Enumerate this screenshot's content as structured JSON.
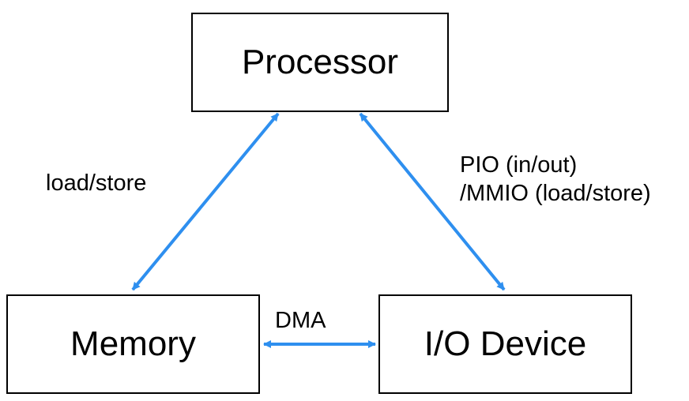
{
  "diagram": {
    "nodes": {
      "processor": "Processor",
      "memory": "Memory",
      "io_device": "I/O Device"
    },
    "edges": {
      "processor_memory": "load/store",
      "memory_io": "DMA",
      "processor_io_line1": "PIO (in/out)",
      "processor_io_line2": "/MMIO (load/store)"
    },
    "arrow_color": "#2E8FEF",
    "box_border_color": "#000000"
  }
}
